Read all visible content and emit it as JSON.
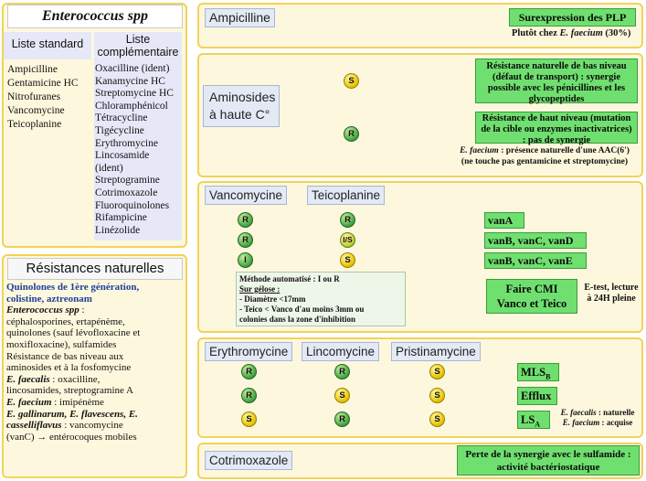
{
  "colors": {
    "arrow": "#1aa7ad",
    "green_box": "#6fe06f",
    "panel_bg": "#fdf8dd",
    "panel_border": "#f3d25a",
    "circle_R": "#3fa13f",
    "circle_S": "#e6c100"
  },
  "left_top": {
    "title": "Enterococcus spp",
    "standard_header": "Liste standard",
    "complementary_header": "Liste complémentaire",
    "standard": [
      "Ampicilline",
      "Gentamicine HC",
      "Nitrofuranes",
      "Vancomycine",
      "Teicoplanine"
    ],
    "complementary": [
      "Oxacilline (ident)",
      "Kanamycine HC",
      "Streptomycine HC",
      "Chloramphénicol",
      "Tétracycline",
      "Tigécycline",
      "Erythromycine",
      "Lincosamide",
      "(ident)",
      "Streptogramine",
      "Cotrimoxazole",
      "Fluoroquinolones",
      "Rifampicine",
      "Linézolide"
    ]
  },
  "left_bottom": {
    "title": "Résistances naturelles",
    "lines": [
      {
        "a": "Quinolones de 1ère génération,",
        "s": "blue"
      },
      {
        "a": "colistine, aztreonam",
        "s": "blue"
      },
      {
        "a": "Enterococcus spp",
        "b": " :",
        "s": "bi"
      },
      {
        "a": "céphalosporines, ertapénème,",
        "s": "n"
      },
      {
        "a": "quinolones (sauf lévofloxacine et",
        "s": "n"
      },
      {
        "a": "moxifloxacine), sulfamides",
        "s": "n"
      },
      {
        "a": "Résistance de bas niveau aux",
        "s": "n"
      },
      {
        "a": "aminosides et à la fosfomycine",
        "s": "n"
      },
      {
        "a": "E. faecalis",
        "b": " : oxacilline,",
        "s": "bi"
      },
      {
        "a": "lincosamides, streptogramine A",
        "s": "n"
      },
      {
        "a": "E. faecium",
        "b": " : imipénème",
        "s": "bi"
      },
      {
        "a": "E. gallinarum, E. flavescens, E.",
        "s": "bi"
      },
      {
        "a": "casselliflavus",
        "b": " : vancomycine",
        "s": "bi"
      },
      {
        "a": "(vanC) → entérocoques mobiles",
        "s": "n"
      }
    ]
  },
  "ampicilline": {
    "label": "Ampicilline",
    "result": "Surexpression des PLP",
    "sub_a": "Plutôt chez ",
    "sub_b": "E. faecium",
    "sub_c": " (30%)"
  },
  "aminosides": {
    "label_1": "Aminosides",
    "label_2": "à haute C°",
    "s_label": "S",
    "r_label": "R",
    "s_result": "Résistance naturelle de bas niveau (défaut de transport) : synergie possible avec les pénicillines et les glycopeptides",
    "r_result": "Résistance de haut niveau (mutation de la cible ou enzymes inactivatrices) : pas de synergie",
    "note_a": "E. faecium",
    "note_b": " : présence naturelle d'une AAC(6')",
    "note_c": "(ne touche pas gentamicine et streptomycine)"
  },
  "glyco": {
    "vanco": "Vancomycine",
    "teico": "Teicoplanine",
    "rows": [
      {
        "c1": "R",
        "c2": "R",
        "result": "vanA"
      },
      {
        "c1": "R",
        "c2": "I/S",
        "result": "vanB, vanC, vanD"
      },
      {
        "c1": "I",
        "c2": "S",
        "result": "vanB, vanC, vanE"
      }
    ],
    "method": [
      "Méthode automatisé : I ou R",
      "Sur gélose :",
      "- Diamètre <17mm",
      "- Teico < Vanco d'au moins 3mm ou",
      "colonies dans la zone d'inhibition"
    ],
    "cmi": "Faire CMI Vanco et Teico",
    "etest": "E-test, lecture à 24H pleine"
  },
  "mls": {
    "ery": "Erythromycine",
    "linco": "Lincomycine",
    "pristina": "Pristinamycine",
    "rows": [
      {
        "c1": "R",
        "c2": "R",
        "c3": "S",
        "result": "MLS",
        "sub": "B"
      },
      {
        "c1": "R",
        "c2": "S",
        "c3": "S",
        "result": "Efflux",
        "sub": ""
      },
      {
        "c1": "S",
        "c2": "R",
        "c3": "S",
        "result": "LS",
        "sub": "A"
      }
    ],
    "note_a": "E. faecalis",
    "note_b": " : naturelle",
    "note_c": "E. faecium",
    "note_d": " : acquise"
  },
  "cotri": {
    "label": "Cotrimoxazole",
    "result": "Perte de la synergie avec le sulfamide : activité bactériostatique"
  }
}
